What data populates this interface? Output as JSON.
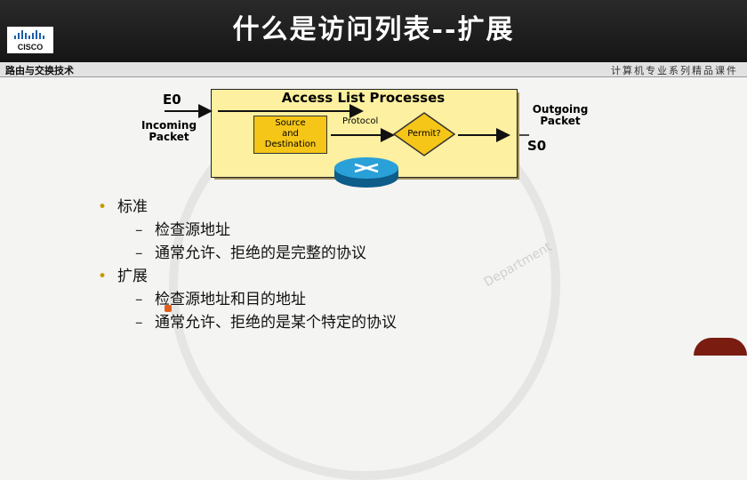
{
  "header": {
    "title": "什么是访问列表--扩展",
    "logo_text": "CISCO"
  },
  "subbar": {
    "left": "路由与交换技术",
    "right": "计算机专业系列精品课件"
  },
  "diagram": {
    "box_title": "Access List Processes",
    "e0": "E0",
    "incoming": "Incoming\nPacket",
    "protocol": "Protocol",
    "source_line1": "Source",
    "source_line2": "and",
    "source_line3": "Destination",
    "permit": "Permit?",
    "outgoing": "Outgoing\nPacket",
    "s0": "S0"
  },
  "bullets": [
    {
      "marker": "•",
      "text": "标准"
    },
    {
      "marker": "–",
      "text": "检查源地址"
    },
    {
      "marker": "–",
      "text": "通常允许、拒绝的是完整的协议"
    },
    {
      "marker": "•",
      "text": "扩展"
    },
    {
      "marker": "–",
      "text": "检查源地址和目的地址"
    },
    {
      "marker": "–",
      "text": "通常允许、拒绝的是某个特定的协议"
    }
  ],
  "colors": {
    "box_fill": "#fdf0a0",
    "source_fill": "#f5c518",
    "router": "#1e90c8"
  }
}
